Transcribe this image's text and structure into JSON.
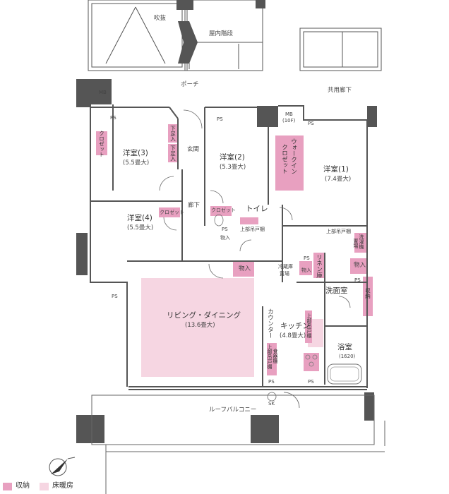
{
  "rooms": {
    "fukinuke": "吹抜",
    "stairs": "屋内階段",
    "porch": "ポーチ",
    "corridor_common": "共用廊下",
    "mb": "MB",
    "mb_10f": "MB",
    "mb_10f_sub": "(10F)",
    "ps": "PS",
    "western3": "洋室(3)",
    "western3_size": "(5.5畳大)",
    "western2": "洋室(2)",
    "western2_size": "(5.3畳大)",
    "western1": "洋室(1)",
    "western1_size": "(7.4畳大)",
    "western4": "洋室(4)",
    "western4_size": "(5.5畳大)",
    "genkan": "玄関",
    "hallway": "廊下",
    "toilet": "トイレ",
    "living": "リビング・ダイニング",
    "living_size": "(13.6畳大)",
    "counter": "カウンター",
    "kitchen": "キッチン",
    "kitchen_size": "(4.8畳大)",
    "washroom": "洗面室",
    "bathroom": "浴室",
    "bathroom_size": "(1620)",
    "roof_balcony": "ルーフバルコニー",
    "sk": "SK"
  },
  "storage": {
    "closet": "クロゼット",
    "walkin1": "ウォークイン",
    "walkin2": "クロゼット",
    "shoe": "下足入",
    "monoire": "物入",
    "upper_cabinet": "上部吊戸棚",
    "reizoko": "冷蔵庫",
    "reizoko2": "置場",
    "linen": "リネン庫",
    "washer": "洗濯機",
    "washer2": "置場",
    "laundry_storage": "収納",
    "pantry": "食器棚"
  },
  "legend": {
    "storage_label": "収納",
    "floorheat_label": "床暖房",
    "storage_color": "#e8a0c0",
    "floorheat_color": "#f6d6e2"
  },
  "icons": {
    "north": "north-arrow-icon"
  }
}
